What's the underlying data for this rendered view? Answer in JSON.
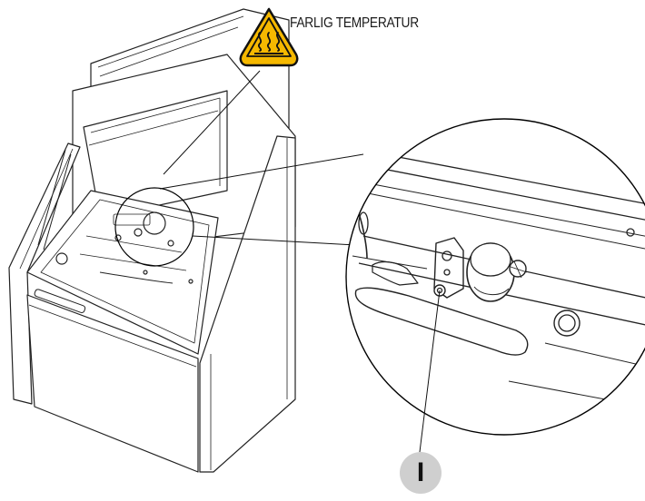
{
  "warning": {
    "text": "FARLIG TEMPERATUR",
    "icon": "hot-surface-warning-icon",
    "sign_color": "#f5b800"
  },
  "callout": {
    "letter": "I",
    "badge_color": "#cfcfcf"
  },
  "detail_view": {
    "icon": "magnified-detail-circle"
  }
}
